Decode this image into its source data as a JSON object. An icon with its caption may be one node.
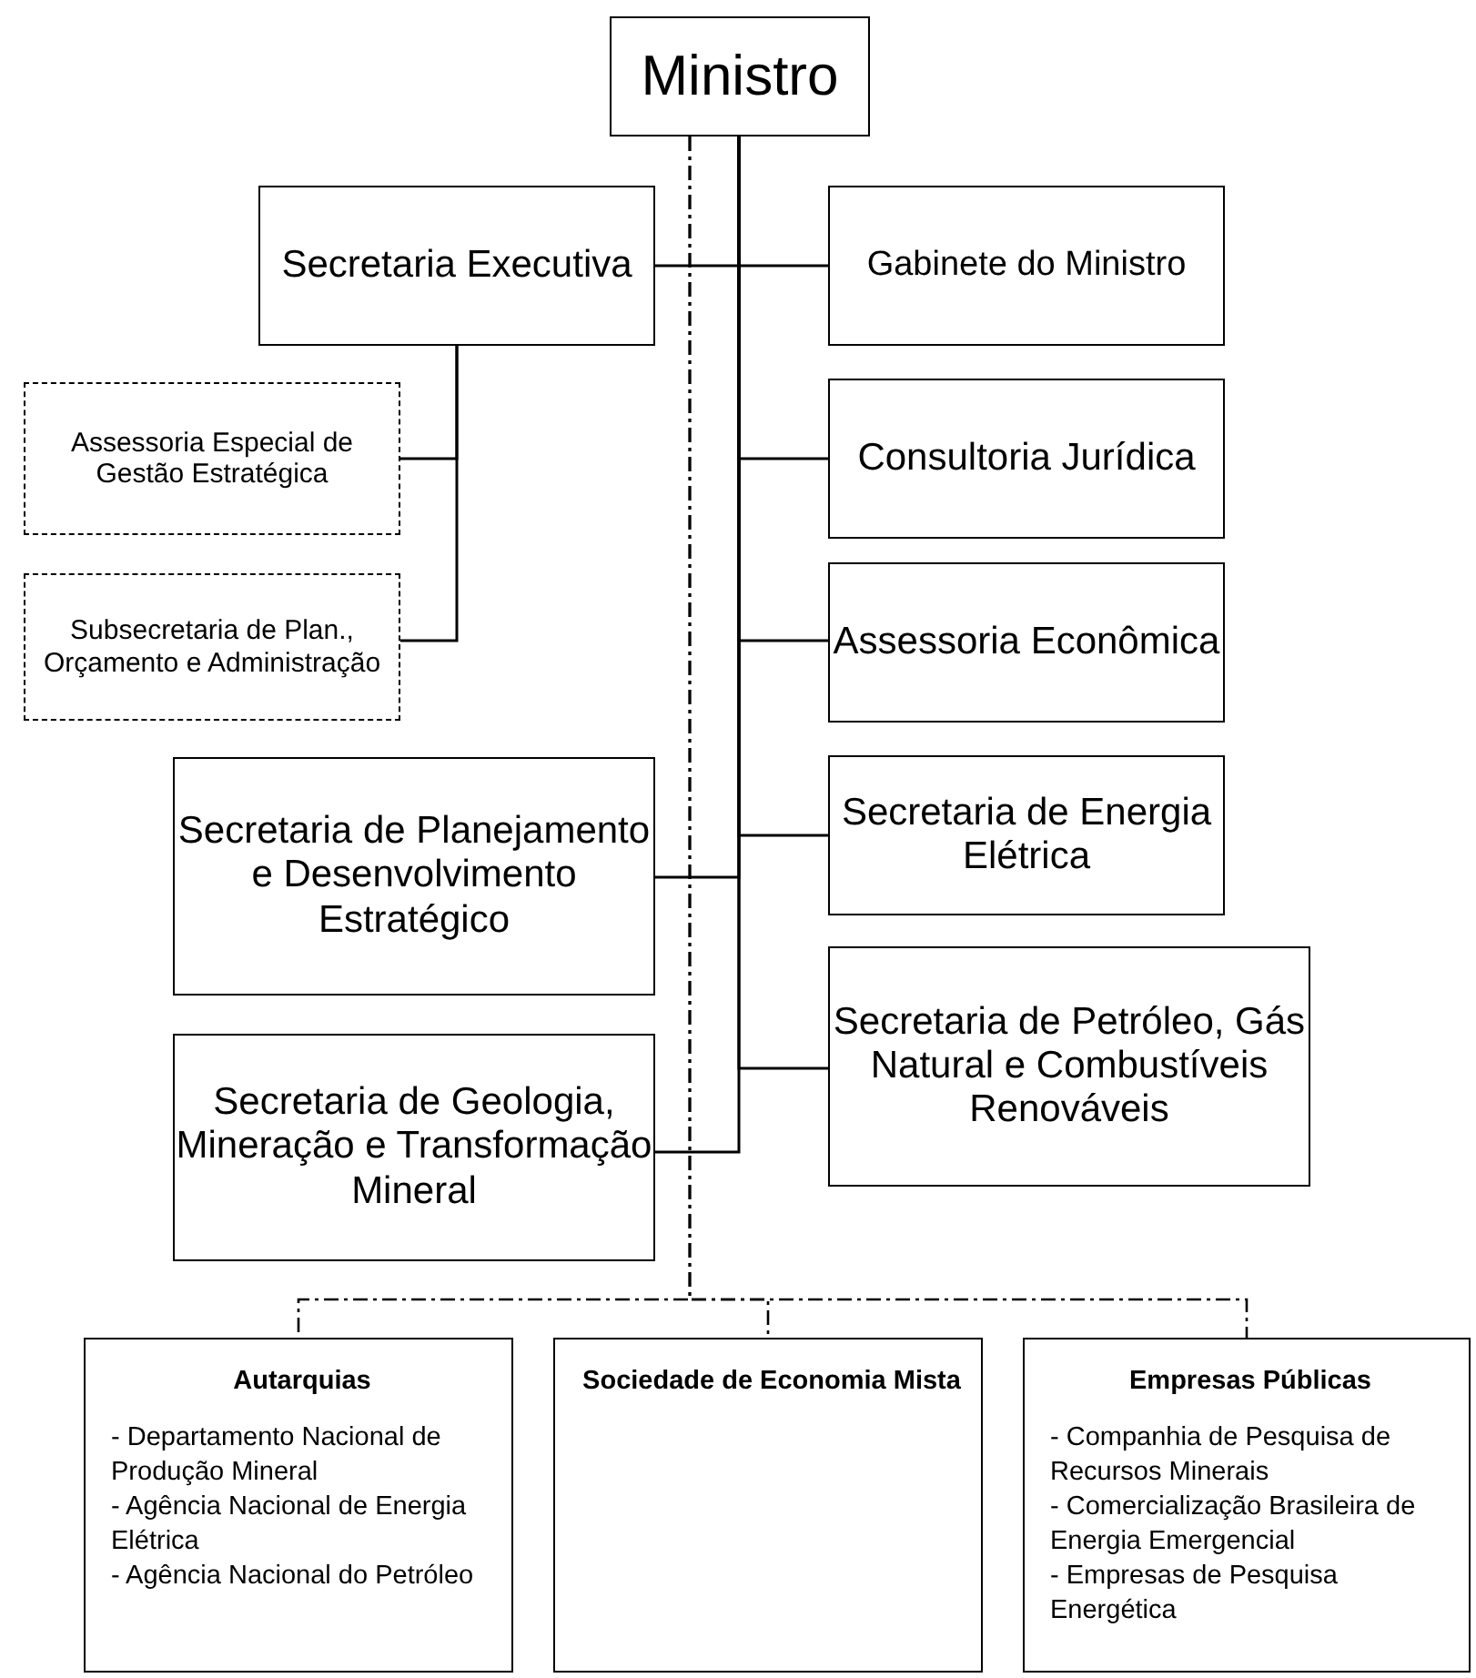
{
  "diagram": {
    "nodes": [
      {
        "text": [
          "Ministro"
        ]
      },
      {
        "text": [
          "Secretaria Executiva"
        ]
      },
      {
        "text": [
          "Gabinete do Ministro"
        ]
      },
      {
        "text": [
          "Assessoria Especial de Gestão Estratégica"
        ]
      },
      {
        "text": [
          "Consultoria Jurídica"
        ]
      },
      {
        "text": [
          "Subsecretaria de Plan., Orçamento e Administração"
        ]
      },
      {
        "text": [
          "Assessoria Econômica"
        ]
      },
      {
        "text": [
          "Secretaria de Planejamento e Desenvolvimento Estratégico"
        ]
      },
      {
        "text": [
          "Secretaria de Energia Elétrica"
        ]
      },
      {
        "text": [
          "Secretaria de Petróleo, Gás Natural e Combustíveis Renováveis"
        ]
      },
      {
        "text": [
          "Secretaria de Geologia, Mineração e Transformação Mineral"
        ]
      },
      {
        "text": [
          "Autarquias",
          "- Departamento Nacional de Produção Mineral",
          "- Agência Nacional de Energia Elétrica",
          "- Agência Nacional do Petróleo"
        ]
      },
      {
        "text": [
          "Sociedade de Economia Mista"
        ]
      },
      {
        "text": [
          "Empresas Públicas",
          "- Companhia de Pesquisa de Recursos Minerais",
          "- Comercialização Brasileira de Energia Emergencial",
          "- Empresas de Pesquisa Energética"
        ]
      }
    ],
    "edges": [
      {
        "from": 0,
        "to": 1,
        "arrow": "none"
      },
      {
        "from": 0,
        "to": 2,
        "arrow": "none"
      },
      {
        "from": 1,
        "to": 3,
        "arrow": "none"
      },
      {
        "from": 1,
        "to": 5,
        "arrow": "none"
      },
      {
        "from": 0,
        "to": 4,
        "arrow": "none"
      },
      {
        "from": 0,
        "to": 6,
        "arrow": "none"
      },
      {
        "from": 0,
        "to": 7,
        "arrow": "none"
      },
      {
        "from": 0,
        "to": 8,
        "arrow": "none"
      },
      {
        "from": 0,
        "to": 9,
        "arrow": "none"
      },
      {
        "from": 0,
        "to": 10,
        "arrow": "none"
      },
      {
        "from": 0,
        "to": 11,
        "arrow": "none",
        "style": "dashed"
      },
      {
        "from": 0,
        "to": 12,
        "arrow": "none",
        "style": "dashed"
      },
      {
        "from": 0,
        "to": 13,
        "arrow": "none",
        "style": "dashed"
      }
    ]
  }
}
